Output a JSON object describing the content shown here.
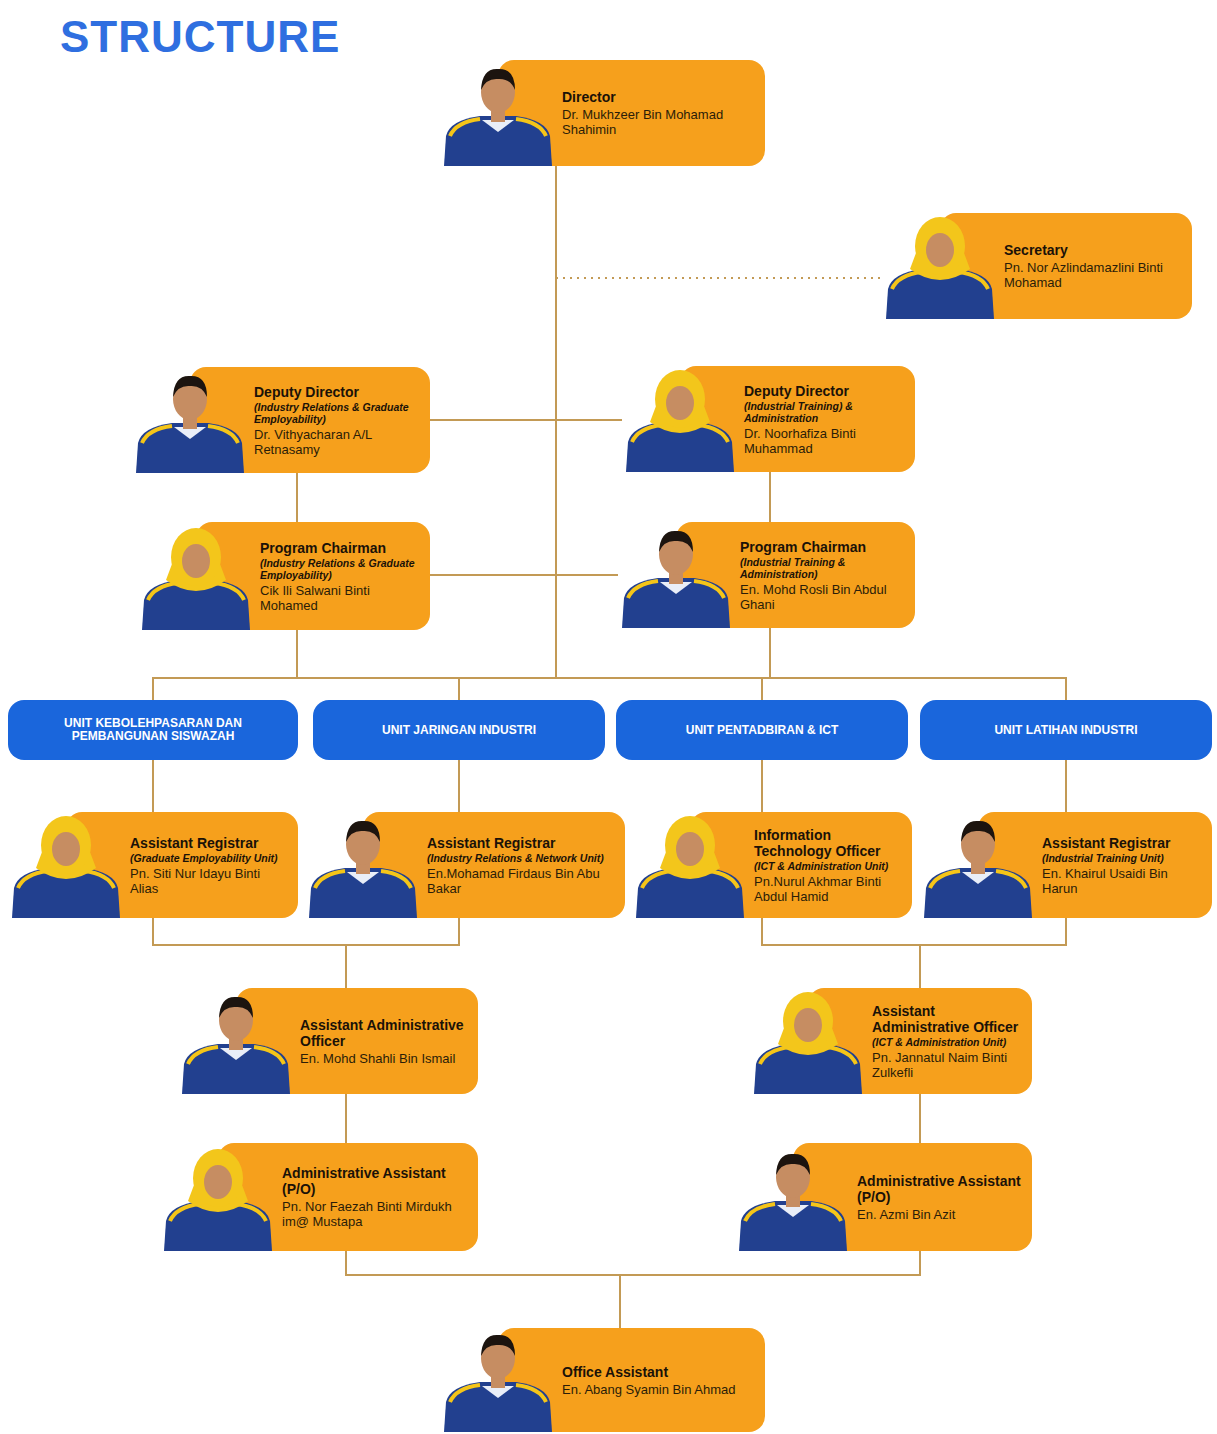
{
  "diagram": {
    "title": "STRUCTURE",
    "nodes": [
      {
        "text": [
          "Director",
          "Dr. Mukhzeer Bin Mohamad Shahimin"
        ]
      },
      {
        "text": [
          "Secretary",
          "Pn. Nor Azlindamazlini Binti Mohamad"
        ]
      },
      {
        "text": [
          "Deputy Director",
          "(Industry Relations & Graduate Employability)",
          "Dr. Vithyacharan A/L Retnasamy"
        ]
      },
      {
        "text": [
          "Deputy Director",
          "(Industrial Training) & Administration",
          "Dr. Noorhafiza Binti Muhammad"
        ]
      },
      {
        "text": [
          "Program Chairman",
          "(Industry Relations & Graduate Employability)",
          "Cik Ili Salwani Binti Mohamed"
        ]
      },
      {
        "text": [
          "Program Chairman",
          "(Industrial Training & Administration)",
          "En. Mohd Rosli Bin Abdul Ghani"
        ]
      },
      {
        "text": [
          "UNIT KEBOLEHPASARAN DAN PEMBANGUNAN SISWAZAH"
        ]
      },
      {
        "text": [
          "UNIT JARINGAN INDUSTRI"
        ]
      },
      {
        "text": [
          "UNIT PENTADBIRAN & ICT"
        ]
      },
      {
        "text": [
          "UNIT LATIHAN INDUSTRI"
        ]
      },
      {
        "text": [
          "Assistant Registrar",
          "(Graduate Employability Unit)",
          "Pn. Siti Nur Idayu Binti Alias"
        ]
      },
      {
        "text": [
          "Assistant Registrar",
          "(Industry Relations & Network Unit)",
          "En.Mohamad Firdaus Bin Abu Bakar"
        ]
      },
      {
        "text": [
          "Information Technology Officer",
          "(ICT & Administration Unit)",
          "Pn.Nurul Akhmar Binti Abdul Hamid"
        ]
      },
      {
        "text": [
          "Assistant Registrar",
          "(Industrial Training Unit)",
          "En. Khairul Usaidi Bin Harun"
        ]
      },
      {
        "text": [
          "Assistant Administrative Officer",
          "En. Mohd Shahli Bin Ismail"
        ]
      },
      {
        "text": [
          "Assistant Administrative Officer",
          "(ICT & Administration Unit)",
          "Pn. Jannatul Naim Binti Zulkefli"
        ]
      },
      {
        "text": [
          "Administrative Assistant (P/O)",
          "Pn. Nor Faezah Binti Mirdukh im@ Mustapa"
        ]
      },
      {
        "text": [
          "Administrative Assistant (P/O)",
          "En. Azmi Bin Azit"
        ]
      },
      {
        "text": [
          "Office Assistant",
          "En. Abang Syamin Bin Ahmad"
        ]
      }
    ],
    "edges": [
      {
        "from": 0,
        "to": 1,
        "arrow": "none"
      },
      {
        "from": 0,
        "to": 2,
        "arrow": "none"
      },
      {
        "from": 0,
        "to": 3,
        "arrow": "none"
      },
      {
        "from": 2,
        "to": 4,
        "arrow": "none"
      },
      {
        "from": 3,
        "to": 5,
        "arrow": "none"
      },
      {
        "from": 4,
        "to": 5,
        "arrow": "none"
      },
      {
        "from": 0,
        "to": 6,
        "arrow": "none"
      },
      {
        "from": 0,
        "to": 7,
        "arrow": "none"
      },
      {
        "from": 0,
        "to": 8,
        "arrow": "none"
      },
      {
        "from": 0,
        "to": 9,
        "arrow": "none"
      },
      {
        "from": 4,
        "to": 6,
        "arrow": "none"
      },
      {
        "from": 4,
        "to": 7,
        "arrow": "none"
      },
      {
        "from": 5,
        "to": 8,
        "arrow": "none"
      },
      {
        "from": 5,
        "to": 9,
        "arrow": "none"
      },
      {
        "from": 6,
        "to": 10,
        "arrow": "none"
      },
      {
        "from": 7,
        "to": 11,
        "arrow": "none"
      },
      {
        "from": 8,
        "to": 12,
        "arrow": "none"
      },
      {
        "from": 9,
        "to": 13,
        "arrow": "none"
      },
      {
        "from": 10,
        "to": 14,
        "arrow": "none"
      },
      {
        "from": 11,
        "to": 14,
        "arrow": "none"
      },
      {
        "from": 12,
        "to": 15,
        "arrow": "none"
      },
      {
        "from": 13,
        "to": 15,
        "arrow": "none"
      },
      {
        "from": 14,
        "to": 16,
        "arrow": "none"
      },
      {
        "from": 15,
        "to": 17,
        "arrow": "none"
      },
      {
        "from": 16,
        "to": 18,
        "arrow": "none"
      },
      {
        "from": 17,
        "to": 18,
        "arrow": "none"
      }
    ]
  }
}
